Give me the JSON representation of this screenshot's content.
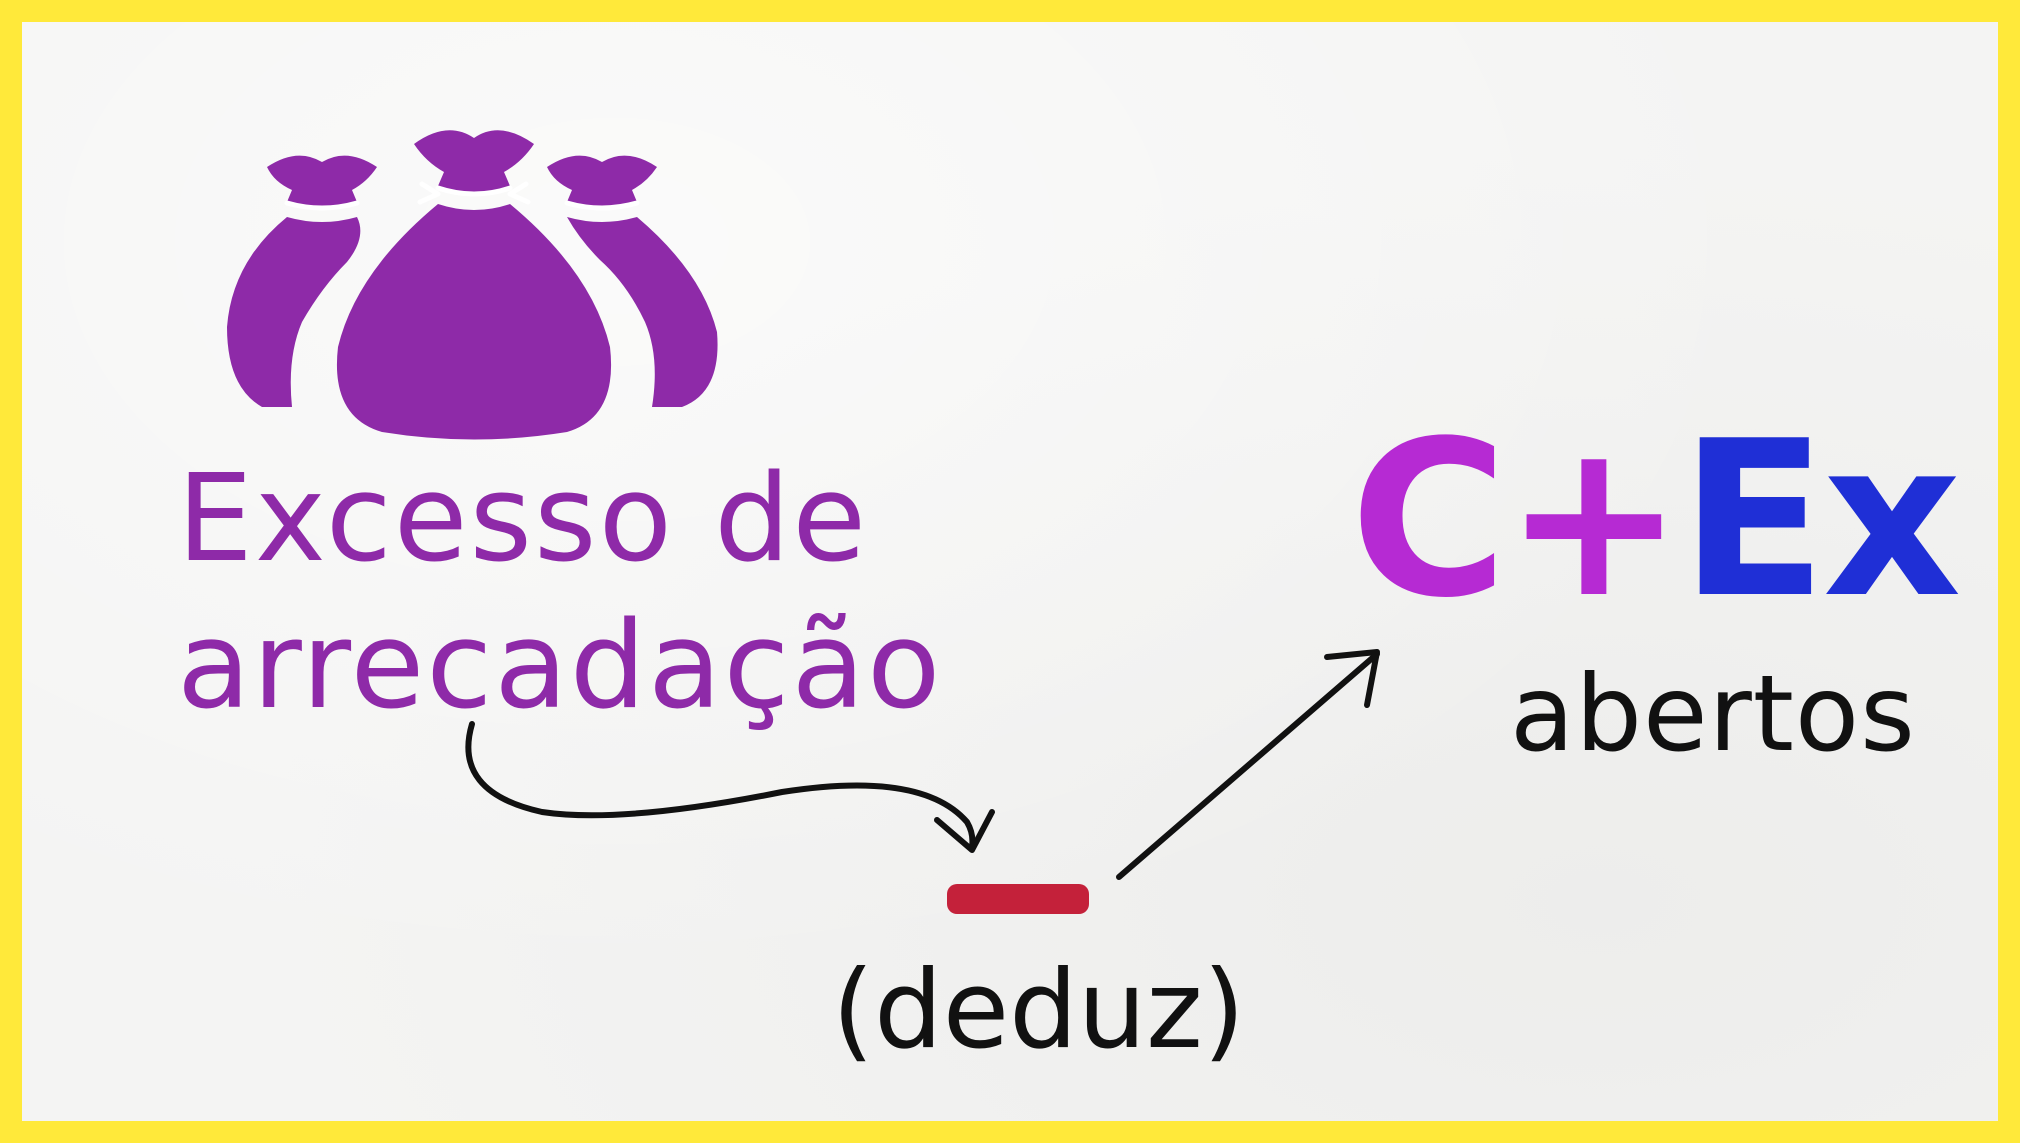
{
  "source": {
    "line1": "Excesso de",
    "line2": "arrecadação"
  },
  "result": {
    "c_letter": "C",
    "plus_sign": "+",
    "ex_letters": "Ex",
    "subtitle": "abertos"
  },
  "operation": {
    "note": "(deduz)"
  },
  "colors": {
    "purple": "#8e2aa8",
    "magenta": "#b62ad3",
    "blue": "#1f2fd6",
    "red": "#c4213a",
    "ink": "#111111",
    "frame": "#ffe93a"
  },
  "icons": {
    "bags": "money-bags-icon",
    "minus": "minus-icon"
  }
}
